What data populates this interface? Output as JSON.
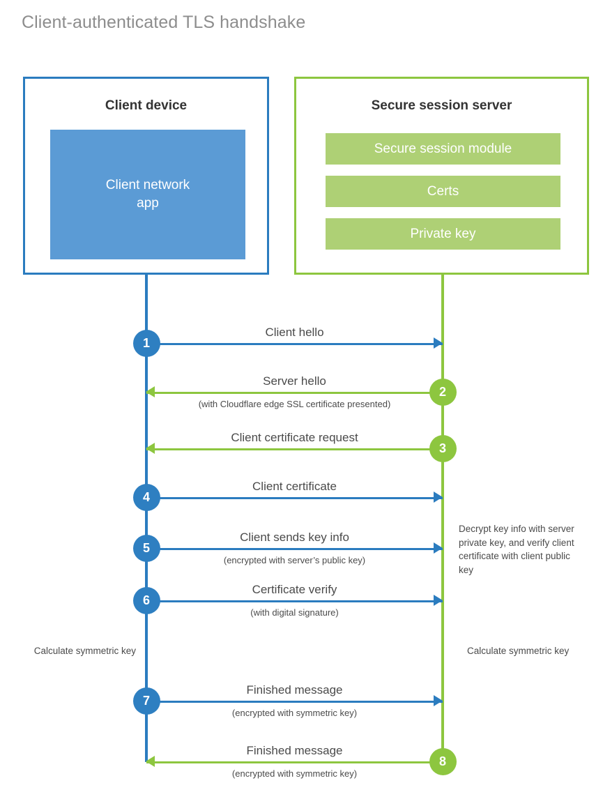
{
  "title": "Client-authenticated TLS handshake",
  "colors": {
    "client_blue": "#2b7cbf",
    "client_app_blue": "#5b9bd5",
    "step_blue": "#2e7fc1",
    "server_green": "#8dc63f",
    "server_bar_green": "#aed075",
    "text_gray": "#4a4a4a",
    "title_gray": "#8d8d8d",
    "background": "#ffffff"
  },
  "client": {
    "title": "Client device",
    "app_label": "Client network\napp",
    "app_label_line1": "Client network",
    "app_label_line2": "app"
  },
  "server": {
    "title": "Secure session server",
    "bars": [
      {
        "label": "Secure session module"
      },
      {
        "label": "Certs"
      },
      {
        "label": "Private key"
      }
    ]
  },
  "steps": [
    {
      "number": "1",
      "label": "Client hello",
      "sub": "",
      "direction": "right",
      "color": "blue"
    },
    {
      "number": "2",
      "label": "Server hello",
      "sub": "(with Cloudflare edge SSL certificate presented)",
      "direction": "left",
      "color": "green"
    },
    {
      "number": "3",
      "label": "Client certificate request",
      "sub": "",
      "direction": "left",
      "color": "green"
    },
    {
      "number": "4",
      "label": "Client certificate",
      "sub": "",
      "direction": "right",
      "color": "blue"
    },
    {
      "number": "5",
      "label": "Client sends key info",
      "sub": "(encrypted with server’s public key)",
      "direction": "right",
      "color": "blue"
    },
    {
      "number": "6",
      "label": "Certificate verify",
      "sub": "(with digital signature)",
      "direction": "right",
      "color": "blue"
    },
    {
      "number": "7",
      "label": "Finished message",
      "sub": "(encrypted with symmetric key)",
      "direction": "right",
      "color": "blue"
    },
    {
      "number": "8",
      "label": "Finished message",
      "sub": "(encrypted with symmetric key)",
      "direction": "left",
      "color": "green"
    }
  ],
  "notes": {
    "decrypt": "Decrypt key info with server private key, and verify client certificate with client public key",
    "calculate_symmetric_key_client": "Calculate symmetric key",
    "calculate_symmetric_key_server": "Calculate symmetric key"
  }
}
